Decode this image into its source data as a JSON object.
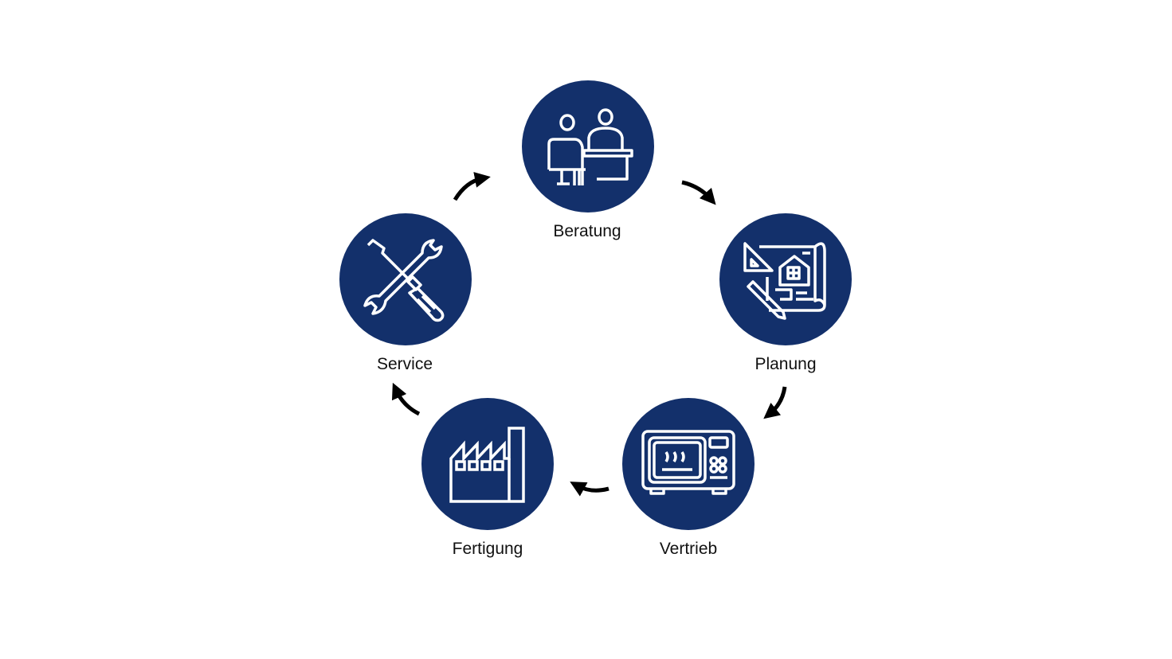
{
  "colors": {
    "circle": "#13306b",
    "icon": "#ffffff",
    "arrow": "#000000"
  },
  "steps": [
    {
      "label": "Beratung",
      "icon": "consultation-desk-icon"
    },
    {
      "label": "Planung",
      "icon": "blueprint-icon"
    },
    {
      "label": "Vertrieb",
      "icon": "microwave-icon"
    },
    {
      "label": "Fertigung",
      "icon": "factory-icon"
    },
    {
      "label": "Service",
      "icon": "wrench-screwdriver-icon"
    }
  ]
}
